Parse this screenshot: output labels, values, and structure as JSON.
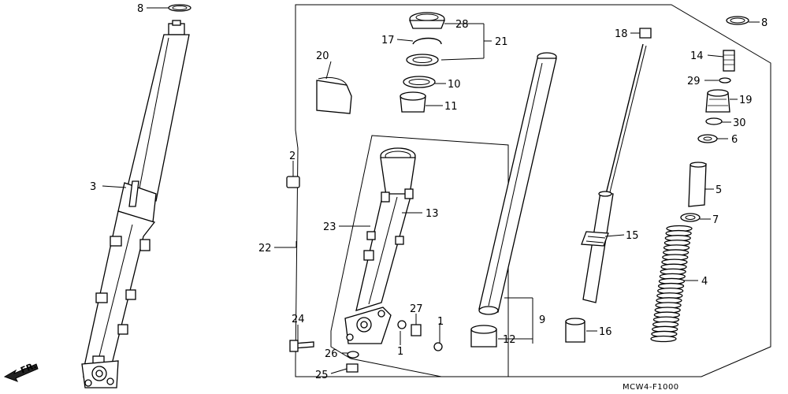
{
  "diagram": {
    "reference_code": "MCW4-F1000",
    "direction_label": "FR.",
    "callouts": {
      "c1": "1",
      "c1b": "1",
      "c2": "2",
      "c3": "3",
      "c4": "4",
      "c5": "5",
      "c6": "6",
      "c7": "7",
      "c8a": "8",
      "c8b": "8",
      "c9": "9",
      "c10": "10",
      "c11": "11",
      "c12": "12",
      "c13": "13",
      "c14": "14",
      "c15": "15",
      "c16": "16",
      "c17": "17",
      "c18": "18",
      "c19": "19",
      "c20": "20",
      "c21": "21",
      "c22": "22",
      "c23": "23",
      "c24": "24",
      "c25": "25",
      "c26": "26",
      "c27": "27",
      "c28": "28",
      "c29": "29",
      "c30": "30"
    }
  }
}
